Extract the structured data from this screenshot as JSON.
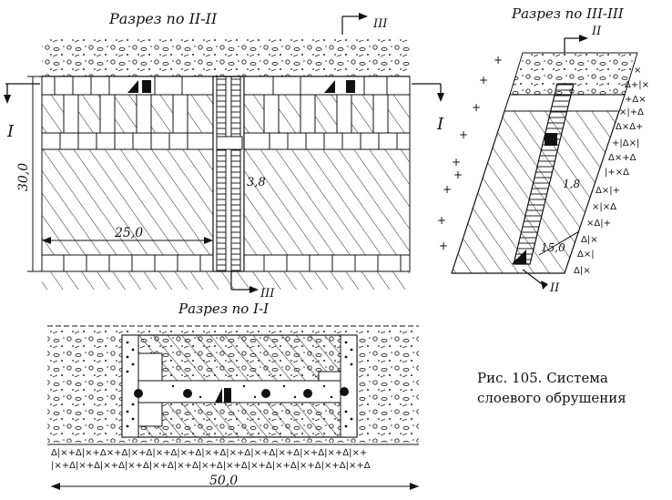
{
  "sections": {
    "main": "Разрез по II-II",
    "side": "Разрез по III-III",
    "plan": "Разрез по I-I"
  },
  "markers": {
    "I": "I",
    "II": "II",
    "III": "III"
  },
  "dimensions": {
    "height": "30,0",
    "span": "25,0",
    "raise_width": "3,8",
    "angle_small": "1,8",
    "side_length": "15,0",
    "plan_length": "50,0"
  },
  "caption": {
    "line1": "Рис. 105. Система",
    "line2": "слоевого обрушения"
  }
}
